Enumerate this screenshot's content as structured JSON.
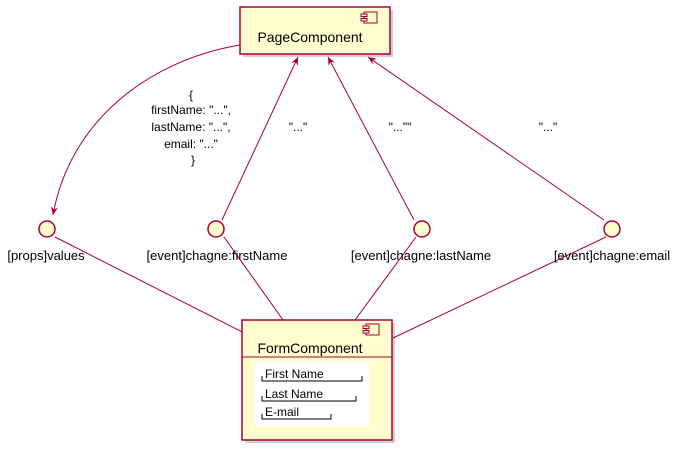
{
  "components": {
    "page": {
      "title": "PageComponent"
    },
    "form": {
      "title": "FormComponent",
      "fields": [
        "First Name",
        "Last Name",
        "E-mail"
      ]
    }
  },
  "interfaces": {
    "values": "[props]values",
    "first_name": "[event]chagne:firstName",
    "last_name": "[event]chagne:lastName",
    "email": "[event]chagne:email"
  },
  "edge_labels": {
    "values_lines": [
      "{",
      "firstName: \"...\",",
      "lastName: \"...\",",
      "email: \"...\"",
      "}"
    ],
    "first_name": "\"...\"",
    "last_name": "\"...\"\"",
    "email": "\"...\""
  },
  "colors": {
    "box_fill": "#FEFECE",
    "border": "#A80036"
  }
}
